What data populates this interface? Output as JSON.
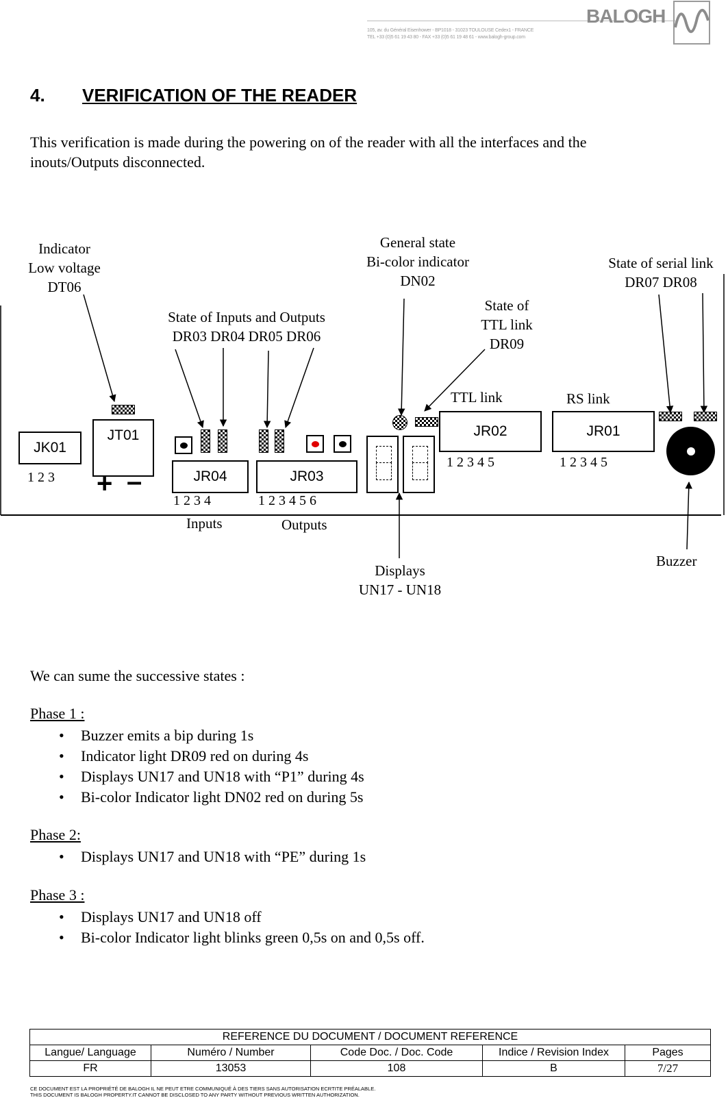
{
  "header": {
    "address_line1": "105, av. du Général Eisenhower - BP1018 - 31023 TOULOUSE Cedex1 - FRANCE",
    "address_line2": "TEL +33 (0)5 61 19 43 80 - FAX +33 (0)5 61 19 48 61 - www.balogh-group.com",
    "brand": "BALOGH"
  },
  "section": {
    "number": "4.",
    "title": "VERIFICATION OF THE READER",
    "intro_line1": "This verification is made during the powering on of the reader with all the interfaces and the",
    "intro_line2": "inouts/Outputs disconnected."
  },
  "diagram": {
    "indicator_l1": "Indicator",
    "indicator_l2": "Low voltage",
    "indicator_l3": "DT06",
    "io_state_l1": "State of Inputs and Outputs",
    "io_state_l2": "DR03  DR04  DR05  DR06",
    "general_l1": "General state",
    "general_l2": "Bi-color indicator",
    "general_l3": "DN02",
    "ttl_state_l1": "State of",
    "ttl_state_l2": "TTL link",
    "ttl_state_l3": "DR09",
    "serial_l1": "State of serial link",
    "serial_l2": "DR07  DR08",
    "ttl_link": "TTL link",
    "rs_link": "RS link",
    "jk01": "JK01",
    "jt01": "JT01",
    "jr04": "JR04",
    "jr03": "JR03",
    "jr02": "JR02",
    "jr01": "JR01",
    "jk01_pins": "1  2  3",
    "jt01_plus": "+",
    "jt01_minus": "–",
    "jr04_pins": "1  2  3  4",
    "jr03_pins": "1  2  3  4  5  6",
    "jr02_pins": "1  2  3  4  5",
    "jr01_pins": "1  2  3  4  5",
    "inputs": "Inputs",
    "outputs": "Outputs",
    "displays_l1": "Displays",
    "displays_l2": "UN17 - UN18",
    "buzzer": "Buzzer"
  },
  "states": {
    "intro": "We can sume the successive states :",
    "phase1_title": "Phase 1 :",
    "phase1_items": [
      "Buzzer emits a bip during 1s",
      "Indicator light DR09 red on during 4s",
      "Displays UN17 and UN18 with “P1” during 4s",
      "Bi-color Indicator light DN02 red on during 5s"
    ],
    "phase2_title": "Phase 2:",
    "phase2_items": [
      "Displays UN17 and UN18 with “PE” during 1s"
    ],
    "phase3_title": "Phase 3 :",
    "phase3_items": [
      "Displays UN17 and UN18 off",
      "Bi-color Indicator light blinks green 0,5s on and 0,5s off."
    ]
  },
  "footer": {
    "table_title": "REFERENCE DU DOCUMENT /  DOCUMENT REFERENCE",
    "headers": [
      "Langue/ Language",
      "Numéro / Number",
      "Code Doc. / Doc. Code",
      "Indice / Revision Index",
      "Pages"
    ],
    "values": [
      "FR",
      "13053",
      "108",
      "B",
      "7/27"
    ],
    "legal_fr": "CE DOCUMENT EST LA PROPRIÉTÉ DE BALOGH IL NE PEUT ETRE COMMUNIQUÉ À DES TIERS SANS AUTORISATION ECRTITE PRÉALABLE.",
    "legal_en": "THIS DOCUMENT IS BALOGH PROPERTY.IT CANNOT BE DISCLOSED TO ANY PARTY WITHOUT PREVIOUS WRITTEN AUTHORIZATION."
  },
  "colors": {
    "led_red": "#e00000",
    "header_gray": "#8c8c8c"
  }
}
